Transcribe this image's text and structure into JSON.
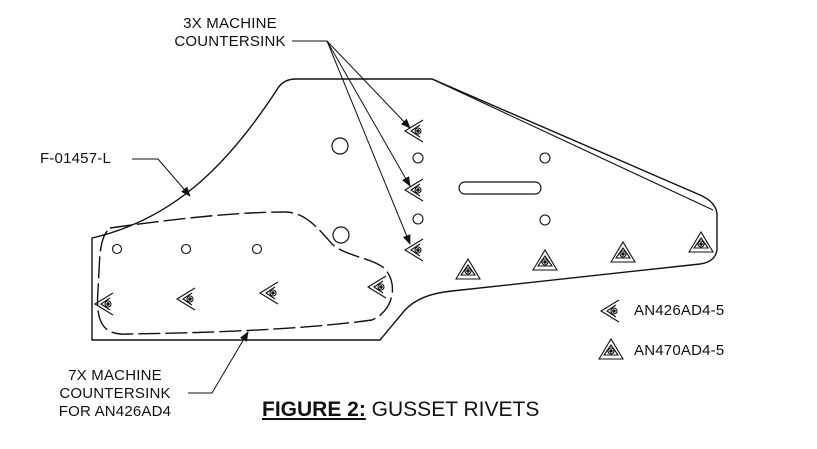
{
  "labels": {
    "machine_countersink_3x_line1": "3X MACHINE",
    "machine_countersink_3x_line2": "COUNTERSINK",
    "part_number": "F-01457-L",
    "machine_countersink_7x_line1": "7X MACHINE",
    "machine_countersink_7x_line2": "COUNTERSINK",
    "machine_countersink_7x_line3": "FOR AN426AD4"
  },
  "legend": [
    {
      "symbol": "countersunk-rivet-icon",
      "text": "AN426AD4-5"
    },
    {
      "symbol": "universal-rivet-icon",
      "text": "AN470AD4-5"
    }
  ],
  "caption": {
    "number": "FIGURE 2:",
    "title": " GUSSET RIVETS"
  },
  "colors": {
    "line": "#111111",
    "background": "#ffffff"
  }
}
